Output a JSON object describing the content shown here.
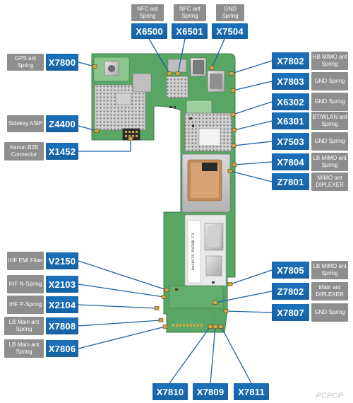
{
  "colors": {
    "label_blue": "#1a6fb8",
    "label_gray": "#8e8e8e",
    "leader_line": "#1f5fa3",
    "pcb_green": "#5aa866",
    "pcb_dark": "#3f8a52",
    "metal_shield": "#c9c9c9",
    "gold_pad": "#d4a640"
  },
  "callouts": {
    "x6500": {
      "code": "X6500",
      "desc": "NFC ant Spring",
      "icon": "spring-contact"
    },
    "x6501": {
      "code": "X6501",
      "desc": "NFC ant Spring",
      "icon": "spring-contact"
    },
    "x7504": {
      "code": "X7504",
      "desc": "GND Spring",
      "icon": "spring-contact"
    },
    "x7800": {
      "code": "X7800",
      "desc": "GPS ant Spring",
      "icon": "spring-contact"
    },
    "x7802": {
      "code": "X7802",
      "desc": "HB MIMO ant Spring",
      "icon": "spring-contact"
    },
    "x7803": {
      "code": "X7803",
      "desc": "GND Spring",
      "icon": "spring-contact"
    },
    "x6302": {
      "code": "X6302",
      "desc": "GND Spring",
      "icon": "spring-contact"
    },
    "x6301": {
      "code": "X6301",
      "desc": "BT/WLAN ant Spring",
      "icon": "spring-contact"
    },
    "x7503": {
      "code": "X7503",
      "desc": "GND Spring",
      "icon": "spring-contact"
    },
    "x7804": {
      "code": "X7804",
      "desc": "LB MIMO ant Spring",
      "icon": "spring-contact"
    },
    "z7801": {
      "code": "Z7801",
      "desc": "MIMO ant DIPLEXER",
      "icon": "diplexer"
    },
    "z4400": {
      "code": "Z4400",
      "desc": "Sidekey ASIP",
      "icon": "asip"
    },
    "x1452": {
      "code": "X1452",
      "desc": "Xenon B2B Connector",
      "icon": "connector"
    },
    "v2150": {
      "code": "V2150",
      "desc": "IHF EMI Filter",
      "icon": "filter"
    },
    "x2103": {
      "code": "X2103",
      "desc": "IHF N-Spring",
      "icon": "spring-contact"
    },
    "x2104": {
      "code": "X2104",
      "desc": "IHF P-Spring",
      "icon": "spring-contact"
    },
    "x7808": {
      "code": "X7808",
      "desc": "LB Main ant Spring",
      "icon": "spring-contact"
    },
    "x7806": {
      "code": "X7806",
      "desc": "LB Main ant Spring",
      "icon": "spring-contact"
    },
    "x7805": {
      "code": "X7805",
      "desc": "LB MIMO ant Spring",
      "icon": "spring-contact"
    },
    "z7802": {
      "code": "Z7802",
      "desc": "Main ant DIPLEXER",
      "icon": "diplexer"
    },
    "x7807": {
      "code": "X7807",
      "desc": "GND Spring",
      "icon": "spring-contact"
    },
    "x7810": {
      "code": "X7810",
      "icon": "spring-contact"
    },
    "x7809": {
      "code": "X7809",
      "icon": "spring-contact"
    },
    "x7811": {
      "code": "X7811",
      "icon": "spring-contact"
    }
  },
  "board": {
    "silkscreen": "0A10Y7S PW70B F3",
    "icon": "pcb-board"
  },
  "watermark": "PCPOP"
}
